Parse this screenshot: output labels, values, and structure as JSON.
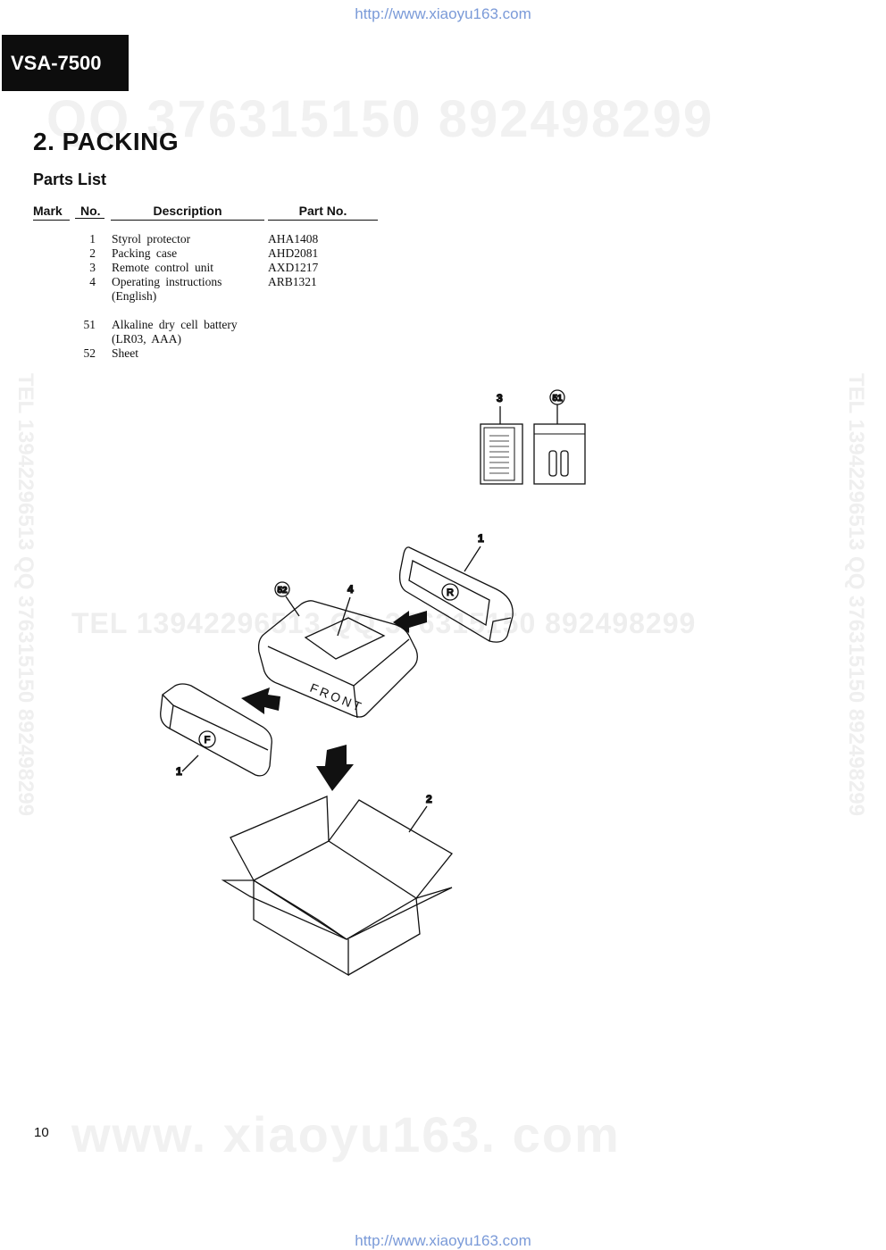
{
  "header": {
    "url_top": "http://www.xiaoyu163.com",
    "url_bottom": "http://www.xiaoyu163.com",
    "model": "VSA-7500"
  },
  "watermarks": {
    "top": "QQ 376315150    892498299",
    "middle": "TEL 13942296513   QQ 376315150   892498299",
    "bottom": "www. xiaoyu163. com",
    "vertical": "TEL 13942296513   QQ 376315150   892498299"
  },
  "section": {
    "title": "2.  PACKING",
    "subtitle": "Parts List"
  },
  "table": {
    "headers": {
      "mark": "Mark",
      "no": "No.",
      "description": "Description",
      "part_no": "Part No."
    },
    "rows": [
      {
        "no": "1",
        "description": "Styrol protector",
        "part_no": "AHA1408"
      },
      {
        "no": "2",
        "description": "Packing case",
        "part_no": "AHD2081"
      },
      {
        "no": "3",
        "description": "Remote control unit",
        "part_no": "AXD1217"
      },
      {
        "no": "4",
        "description": "Operating instructions",
        "part_no": "ARB1321"
      },
      {
        "no": "",
        "description": "(English)",
        "part_no": ""
      },
      {
        "no": "51",
        "description": "Alkaline dry cell battery",
        "part_no": ""
      },
      {
        "no": "",
        "description": "(LR03, AAA)",
        "part_no": ""
      },
      {
        "no": "52",
        "description": "Sheet",
        "part_no": ""
      }
    ]
  },
  "diagram": {
    "callouts": {
      "remote": "3",
      "battery": "51",
      "protector_rear": "1",
      "sheet": "52",
      "manual": "4",
      "protector_front": "1",
      "case": "2"
    },
    "markings": {
      "front_text": "FRONT",
      "rear_symbol": "R",
      "front_symbol": "F"
    }
  },
  "footer": {
    "page_number": "10"
  }
}
